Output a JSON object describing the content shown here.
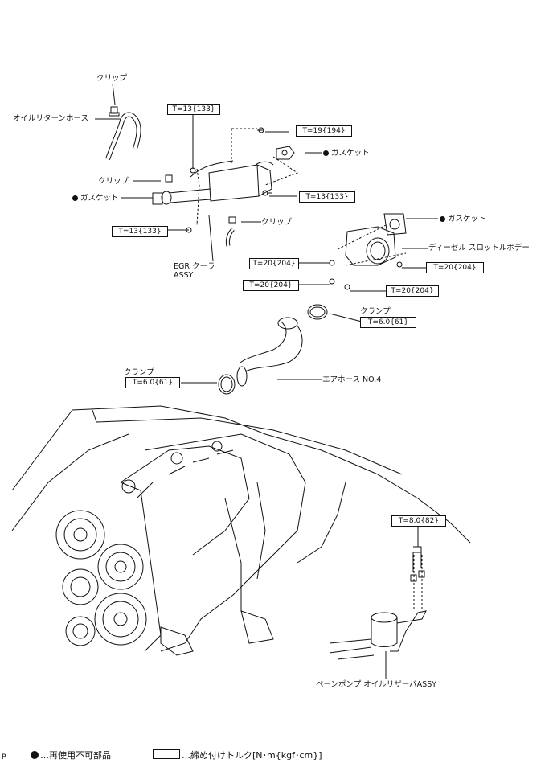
{
  "labels": {
    "clip_top": "クリップ",
    "oil_return_hose": "オイルリターンホース",
    "clip_left": "クリップ",
    "gasket_left": "ガスケット",
    "egr_cooler": "EGR クーラ",
    "egr_cooler_assy": "ASSY",
    "gasket_upper": "ガスケット",
    "clip_right": "クリップ",
    "gasket_throttle": "ガスケット",
    "diesel_throttle_body": "ディーゼル スロットルボデー",
    "clamp_upper": "クランプ",
    "clamp_lower": "クランプ",
    "air_hose": "エアホース NO.4",
    "vane_pump_reservoir": "ベーンポンプ オイルリザーバASSY",
    "page_marker": "P"
  },
  "torque": {
    "t1": "T=13{133}",
    "t2": "T=19{194}",
    "t3": "T=13{133}",
    "t4": "T=13{133}",
    "t5": "T=20{204}",
    "t6": "T=20{204}",
    "t7": "T=20{204}",
    "t8": "T=20{204}",
    "t9": "T=6.0{61}",
    "t10": "T=6.0{61}",
    "t11": "T=8.0{82}"
  },
  "legend": {
    "non_reusable": "…再使用不可部品",
    "torque": "…締め付けトルク[N･m{kgf･cm}]"
  }
}
